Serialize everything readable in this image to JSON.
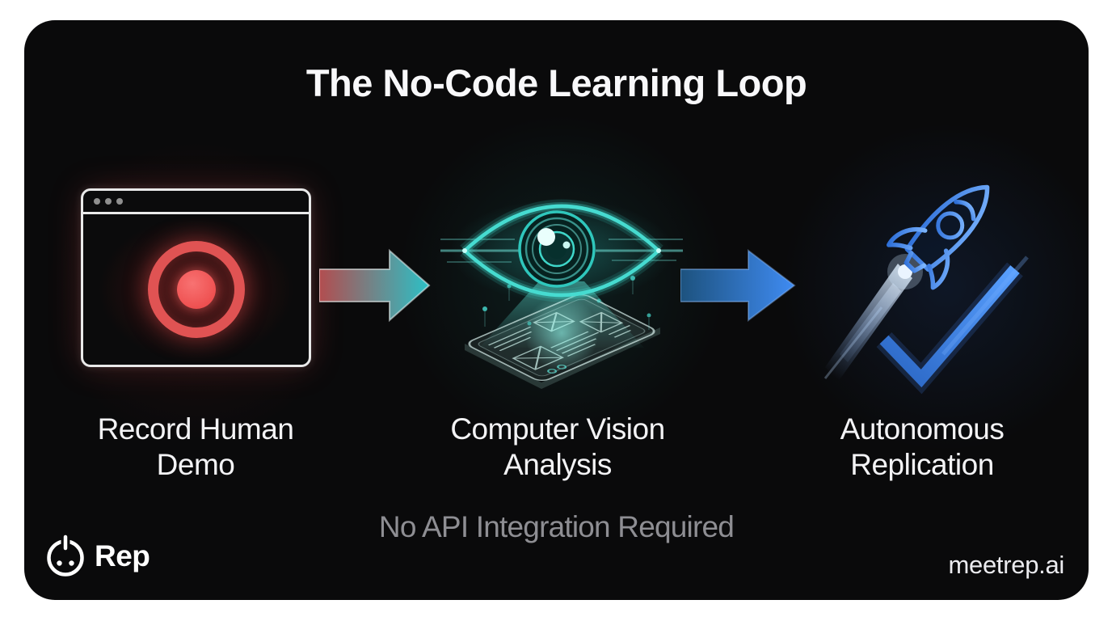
{
  "page": {
    "background": "#ffffff",
    "card_background": "#0a0a0b"
  },
  "title": "The No-Code Learning Loop",
  "stages": [
    {
      "label_line1": "Record Human",
      "label_line2": "Demo",
      "icon": "record-browser-window-icon",
      "accent": "#e25454"
    },
    {
      "label_line1": "Computer Vision",
      "label_line2": "Analysis",
      "icon": "vision-eye-scan-icon",
      "accent": "#3fd6c9"
    },
    {
      "label_line1": "Autonomous",
      "label_line2": "Replication",
      "icon": "rocket-checkmark-icon",
      "accent": "#3d85f0"
    }
  ],
  "arrows": [
    {
      "name": "arrow-red-to-teal",
      "gradient_from": "#b24d4f",
      "gradient_to": "#2cc0c6"
    },
    {
      "name": "arrow-blue",
      "gradient_from": "#1d527e",
      "gradient_to": "#3f8bf2"
    }
  ],
  "footnote": "No API Integration Required",
  "footer": {
    "brand": "Rep",
    "brand_icon": "power-smiley-icon",
    "domain": "meetrep.ai"
  }
}
